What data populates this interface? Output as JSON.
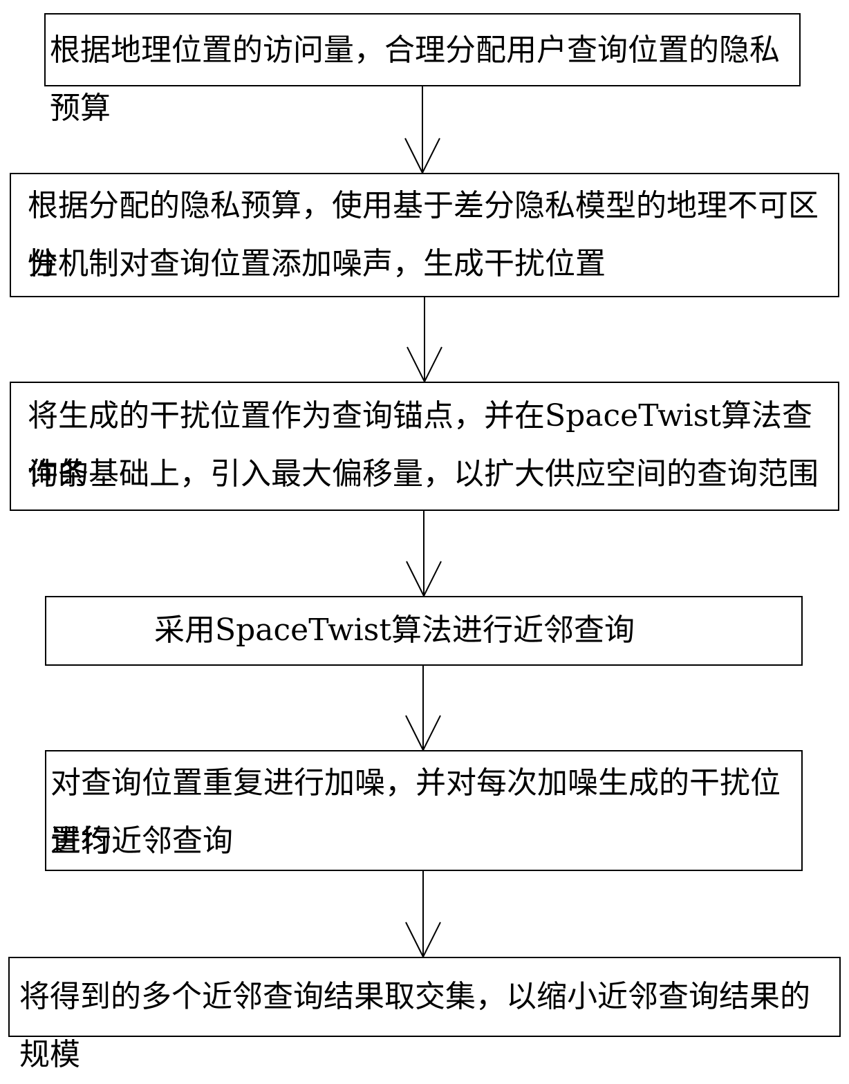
{
  "steps": [
    {
      "text": "根据地理位置的访问量，合理分配用户查询位置的隐私预算"
    },
    {
      "line1": "根据分配的隐私预算，使用基于差分隐私模型的地理不可区分",
      "line2": "性机制对查询位置添加噪声，生成干扰位置"
    },
    {
      "line1": "将生成的干扰位置作为查询锚点，并在SpaceTwist算法查询条",
      "line2": "件的基础上，引入最大偏移量，以扩大供应空间的查询范围"
    },
    {
      "text": "采用SpaceTwist算法进行近邻查询"
    },
    {
      "line1": "对查询位置重复进行加噪，并对每次加噪生成的干扰位置均",
      "line2": "进行近邻查询"
    },
    {
      "text": "将得到的多个近邻查询结果取交集，以缩小近邻查询结果的规模"
    }
  ]
}
